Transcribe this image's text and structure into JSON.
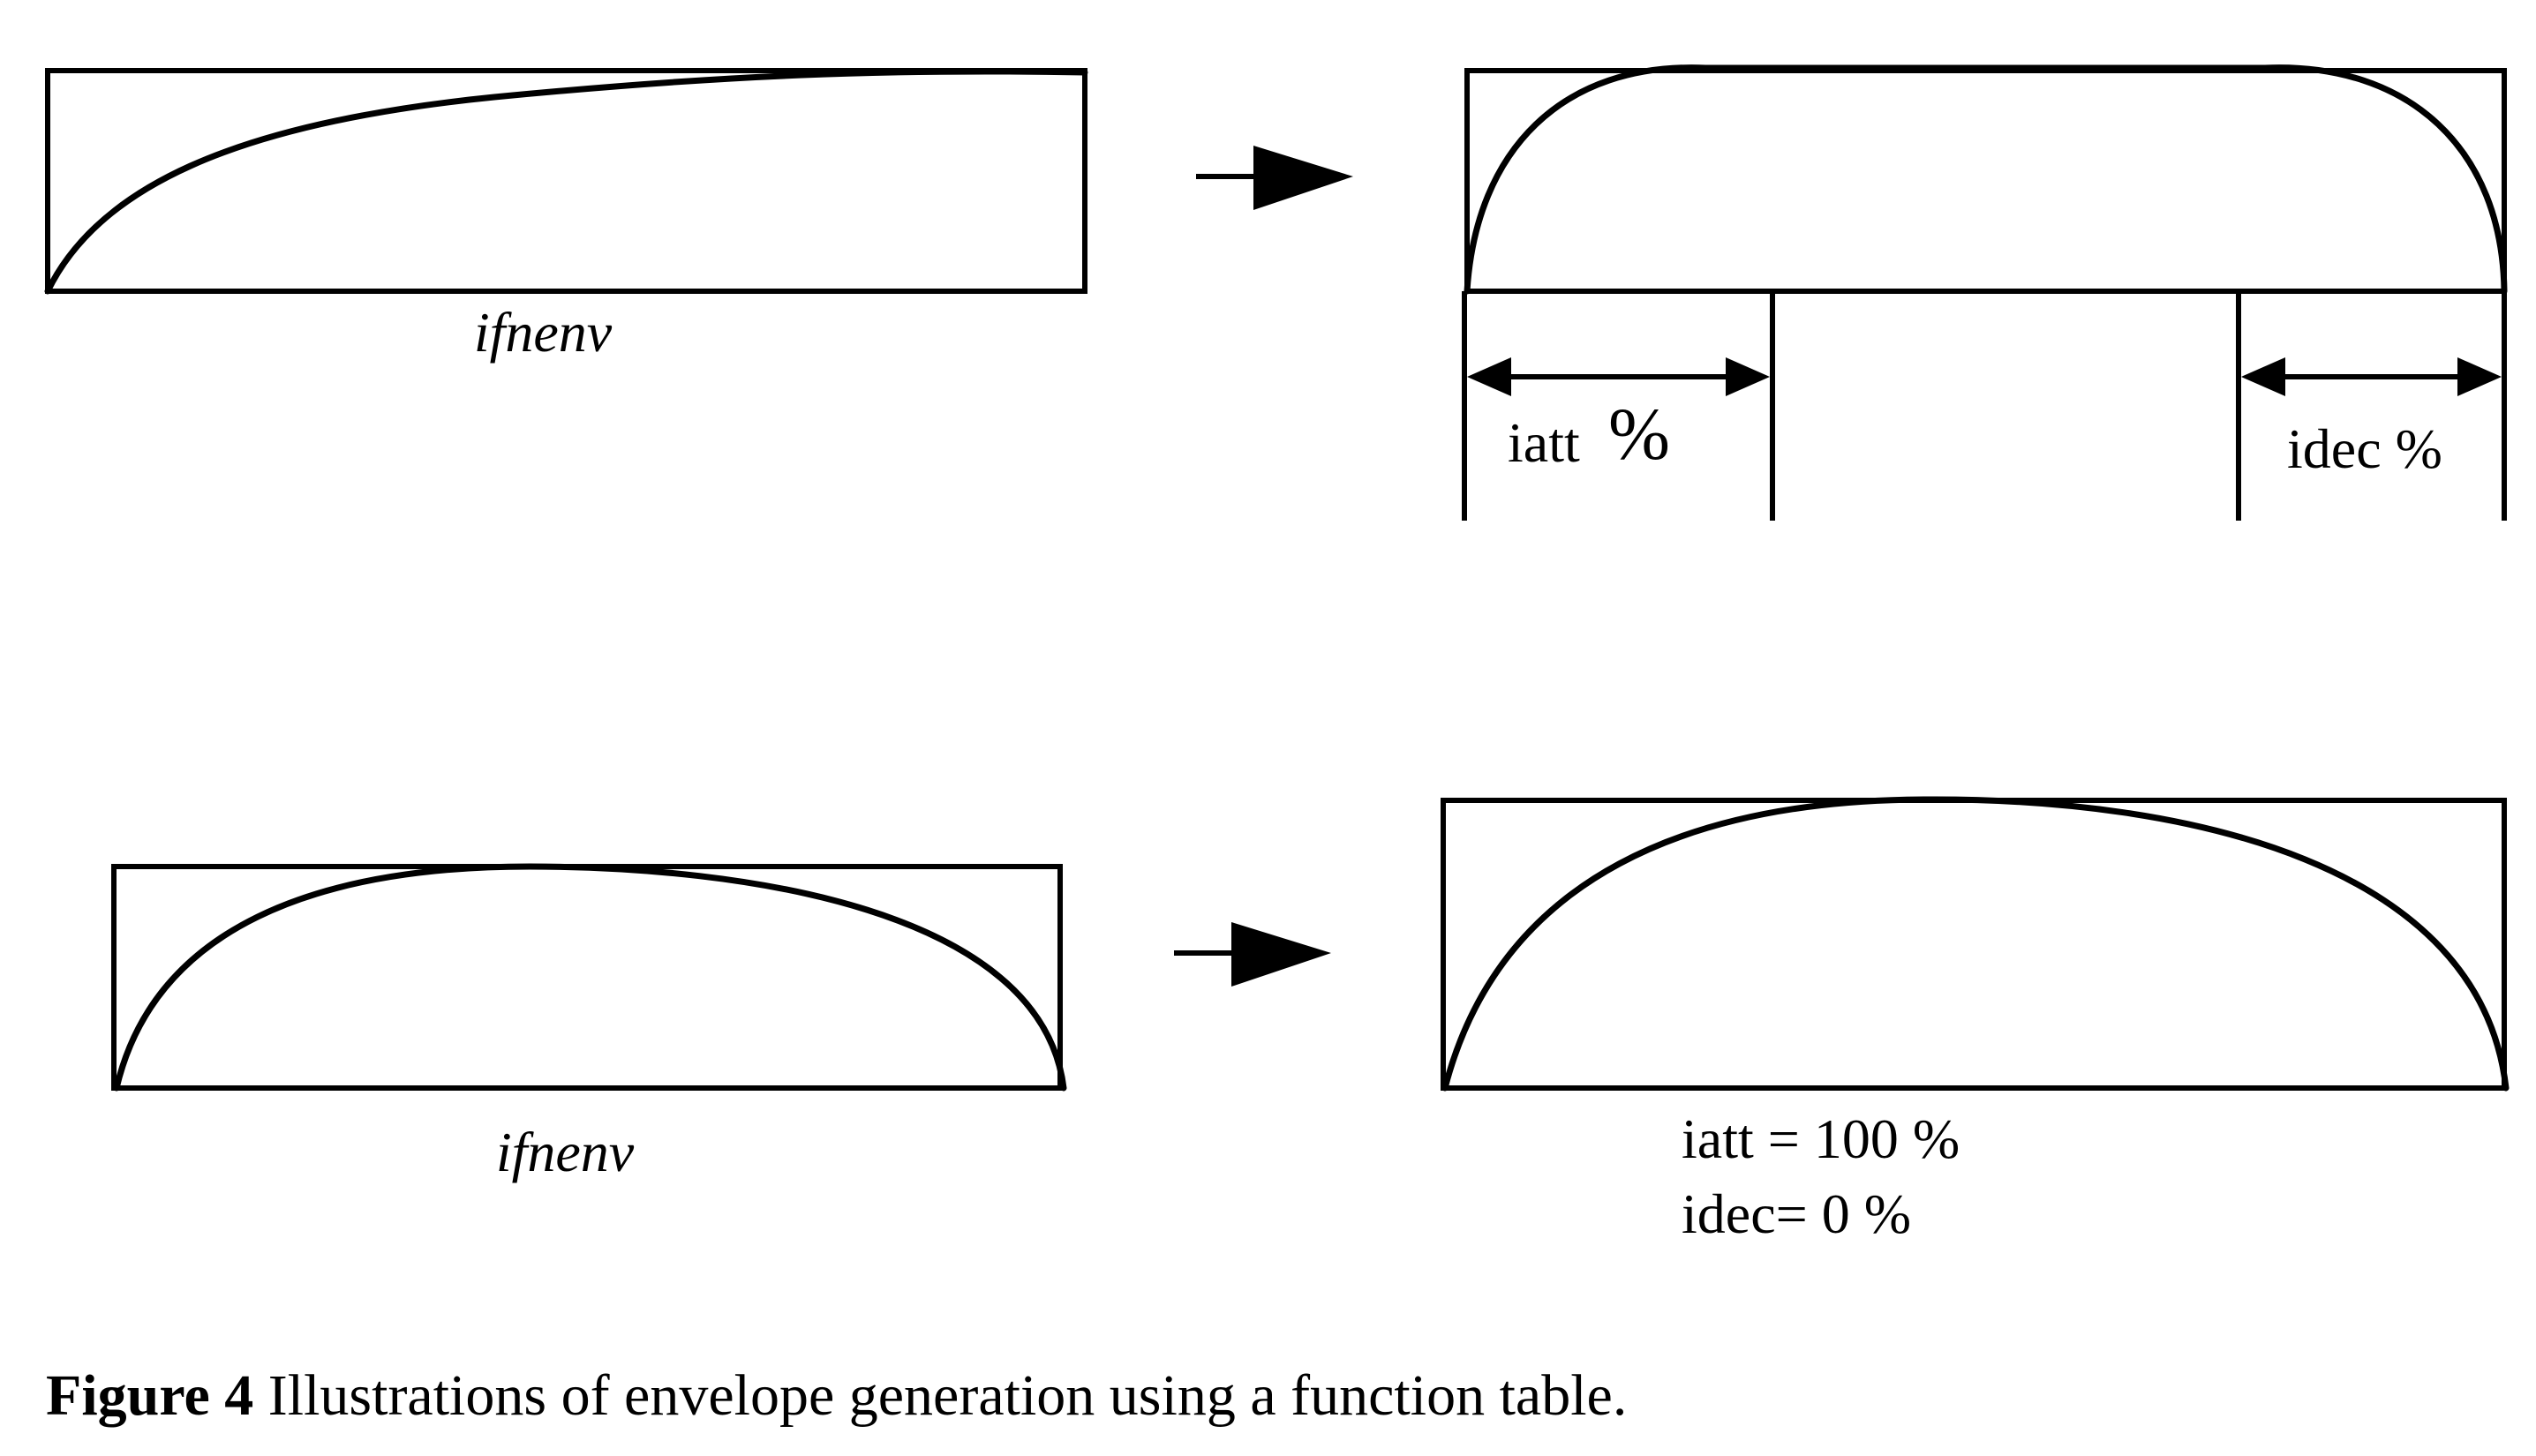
{
  "panels": {
    "top_left_label": "ifnenv",
    "bottom_left_label": "ifnenv",
    "iatt_label": "iatt",
    "iatt_percent": "%",
    "idec_label": "idec %",
    "bottom_right_line1": "iatt = 100 %",
    "bottom_right_line2": "idec= 0 %"
  },
  "caption": {
    "bold": "Figure 4",
    "text": " Illustrations of envelope generation using a function table."
  }
}
